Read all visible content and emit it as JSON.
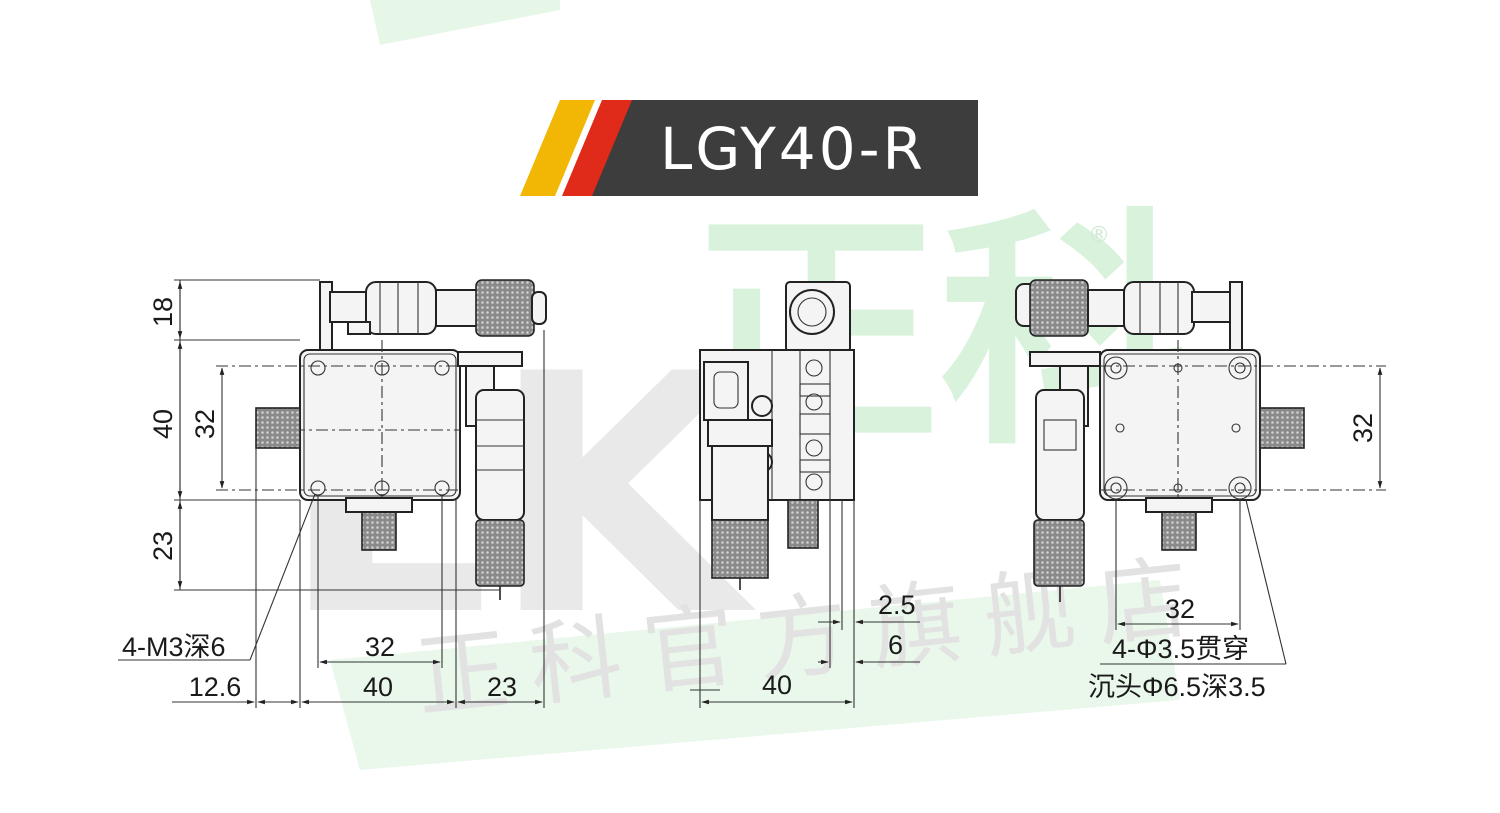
{
  "title": {
    "model": "LGY40-R"
  },
  "watermark": {
    "logo": "LK",
    "brand": "正科",
    "registered": "®",
    "shop_text": "正科官方旗舰店"
  },
  "views": {
    "front": {
      "dims": {
        "h_top": "18",
        "h_mid": "40",
        "h_inner": "32",
        "h_bottom": "23",
        "w_inner": "32",
        "w_offset": "12.6",
        "w_body": "40",
        "w_right": "23"
      },
      "callout": "4-M3深6"
    },
    "side": {
      "dims": {
        "w": "40",
        "a": "2.5",
        "b": "6"
      }
    },
    "back": {
      "dims": {
        "h": "32",
        "w": "32"
      },
      "callout_line1": "4-Φ3.5贯穿",
      "callout_line2": "沉头Φ6.5深3.5"
    }
  },
  "colors": {
    "banner": "#3d3d3d",
    "stripe_yellow": "#f2b705",
    "stripe_red": "#e02a1a",
    "watermark": "#d8f2dc"
  }
}
